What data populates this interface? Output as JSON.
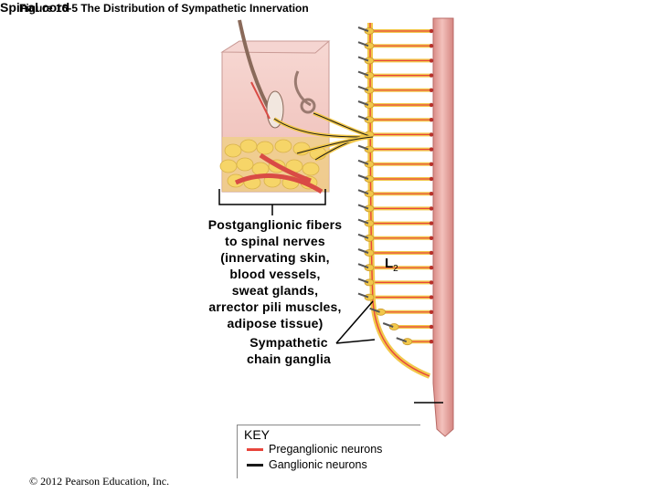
{
  "title": "Figure 16-5 The Distribution of Sympathetic Innervation",
  "labels": {
    "postganglionic": "Postganglionic fibers\nto spinal nerves\n(innervating skin,\nblood vessels,\nsweat glands,\narrector pili muscles,\nadipose tissue)",
    "chain_ganglia": "Sympathetic\nchain ganglia",
    "spinal_cord": "Spinal cord",
    "level_letter": "L",
    "level_number": "2"
  },
  "key": {
    "title": "KEY",
    "items": [
      {
        "label": "Preganglionic neurons",
        "color": "#e8453c"
      },
      {
        "label": "Ganglionic neurons",
        "color": "#1a1a1a"
      }
    ]
  },
  "copyright": "© 2012 Pearson Education, Inc.",
  "colors": {
    "spinal_cord": "#e9a7a2",
    "nerve_yellow": "#f2c84a",
    "preganglionic": "#e8453c",
    "ganglionic": "#1a1a1a",
    "skin": "#f3c9c3",
    "fat": "#f6d568"
  }
}
